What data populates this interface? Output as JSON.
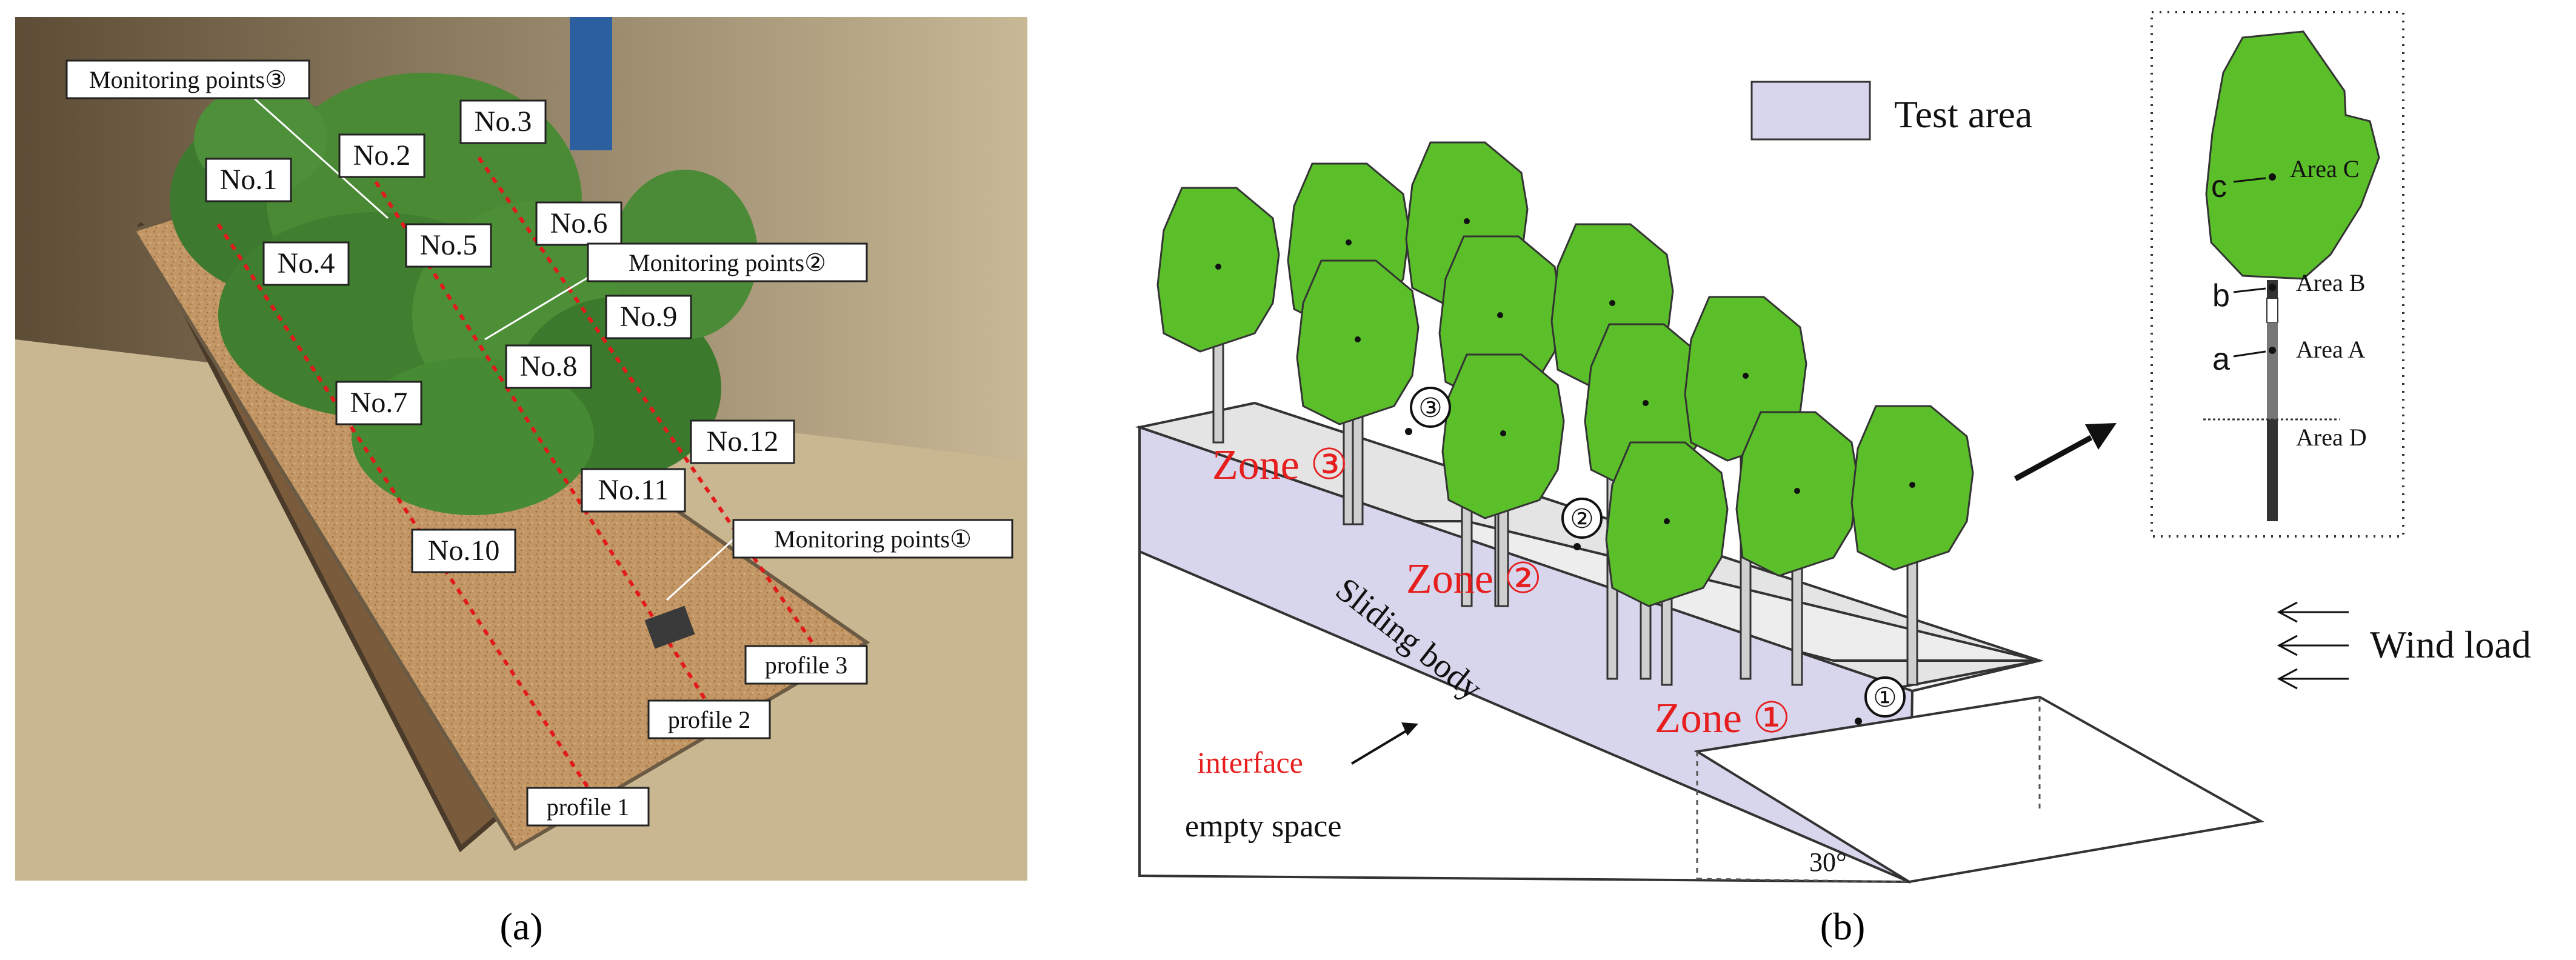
{
  "panel_a": {
    "caption": "(a)",
    "tree_labels": [
      "No.1",
      "No.2",
      "No.3",
      "No.4",
      "No.5",
      "No.6",
      "No.7",
      "No.8",
      "No.9",
      "No.10",
      "No.11",
      "No.12"
    ],
    "monitoring_points": [
      "Monitoring points③",
      "Monitoring points②",
      "Monitoring points①"
    ],
    "profiles": [
      "profile 1",
      "profile 2",
      "profile 3"
    ]
  },
  "panel_b": {
    "caption": "(b)",
    "legend": "Test area",
    "zones": [
      "Zone ①",
      "Zone ②",
      "Zone ③"
    ],
    "monitor_markers": [
      "①",
      "②",
      "③"
    ],
    "sliding_body": "Sliding body",
    "interface": "interface",
    "empty_space": "empty space",
    "angle": "30°",
    "wind_load": "Wind load",
    "inset": {
      "areas": [
        "Area C",
        "Area B",
        "Area A",
        "Area D"
      ],
      "letters": [
        "c",
        "b",
        "a"
      ]
    }
  },
  "colors": {
    "tree_green": "#5bbf2a",
    "sliding_body": "#d8d6ec",
    "zone_red": "#e61e1e",
    "interface_red": "#e61e1e"
  }
}
